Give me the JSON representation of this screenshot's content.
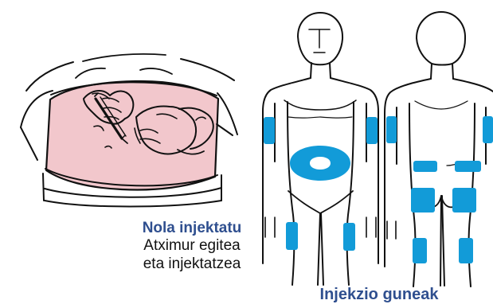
{
  "colors": {
    "skin_fill": "#f2c7cc",
    "zone_fill": "#129bd8",
    "caption_blue": "#2f4f8f",
    "outline": "#111111"
  },
  "injection_panel": {
    "title": "Nola injektatu",
    "line1": "Atximur egitea",
    "line2": "eta injektatzea"
  },
  "sites_panel": {
    "title": "Injekzio guneak"
  }
}
